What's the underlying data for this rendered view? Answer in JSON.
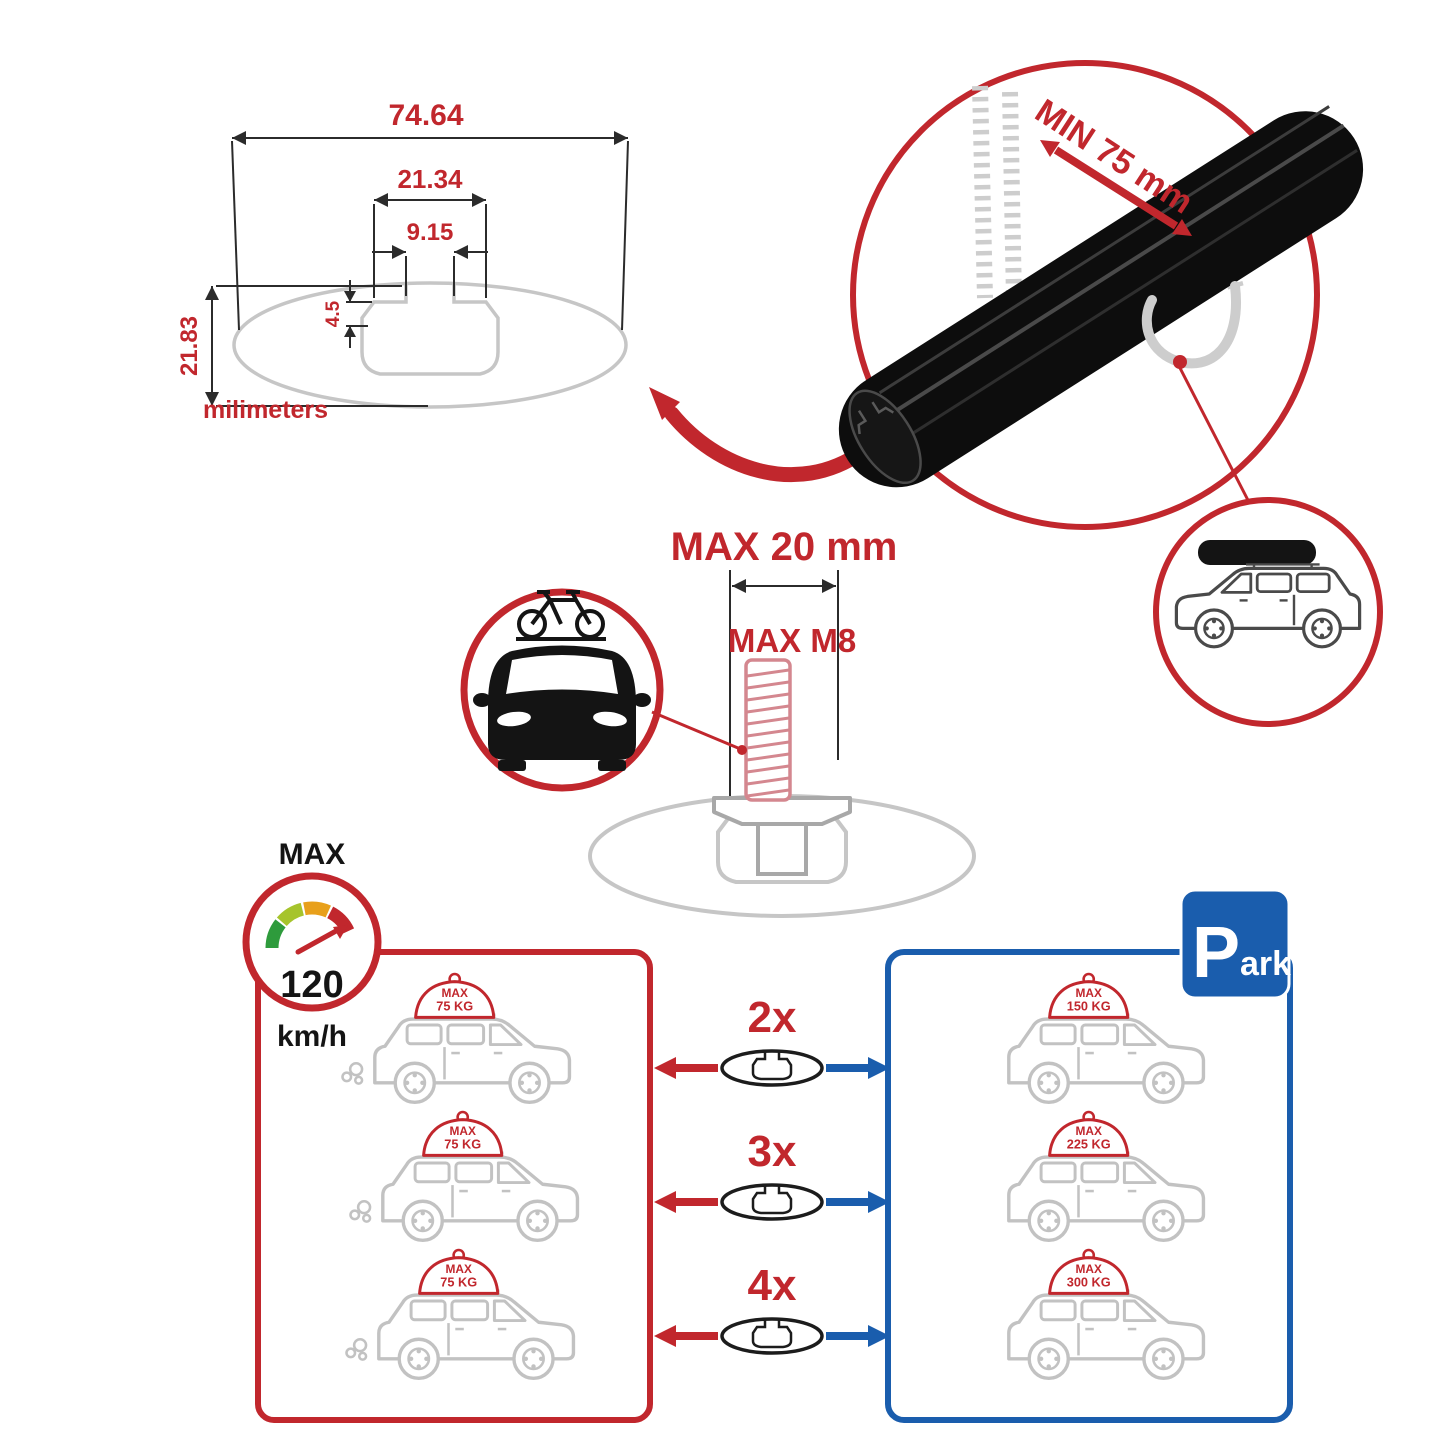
{
  "colors": {
    "accent_red": "#C1272D",
    "accent_blue": "#1A5DAD",
    "line_gray": "#C6C6C6",
    "bar_black": "#0D0D0D"
  },
  "cross_section": {
    "total_width": "74.64",
    "channel_width": "21.34",
    "slot_width": "9.15",
    "step_height": "4.5",
    "total_height": "21.83",
    "units": "milimeters"
  },
  "clamp": {
    "min_clearance": "MIN 75 mm"
  },
  "bolt": {
    "max_length": "MAX 20 mm",
    "max_thread": "MAX M8"
  },
  "speed_limit": {
    "label": "MAX",
    "value": "120",
    "units": "km/h"
  },
  "multipliers": [
    {
      "label": "2x"
    },
    {
      "label": "3x"
    },
    {
      "label": "4x"
    }
  ],
  "driving_cars": [
    {
      "max_label": "MAX",
      "load": "75 KG"
    },
    {
      "max_label": "MAX",
      "load": "75 KG"
    },
    {
      "max_label": "MAX",
      "load": "75 KG"
    }
  ],
  "parked_cars": [
    {
      "max_label": "MAX",
      "load": "150 KG"
    },
    {
      "max_label": "MAX",
      "load": "225 KG"
    },
    {
      "max_label": "MAX",
      "load": "300 KG"
    }
  ],
  "parking_sign": {
    "letter": "P",
    "rest": "ark"
  }
}
